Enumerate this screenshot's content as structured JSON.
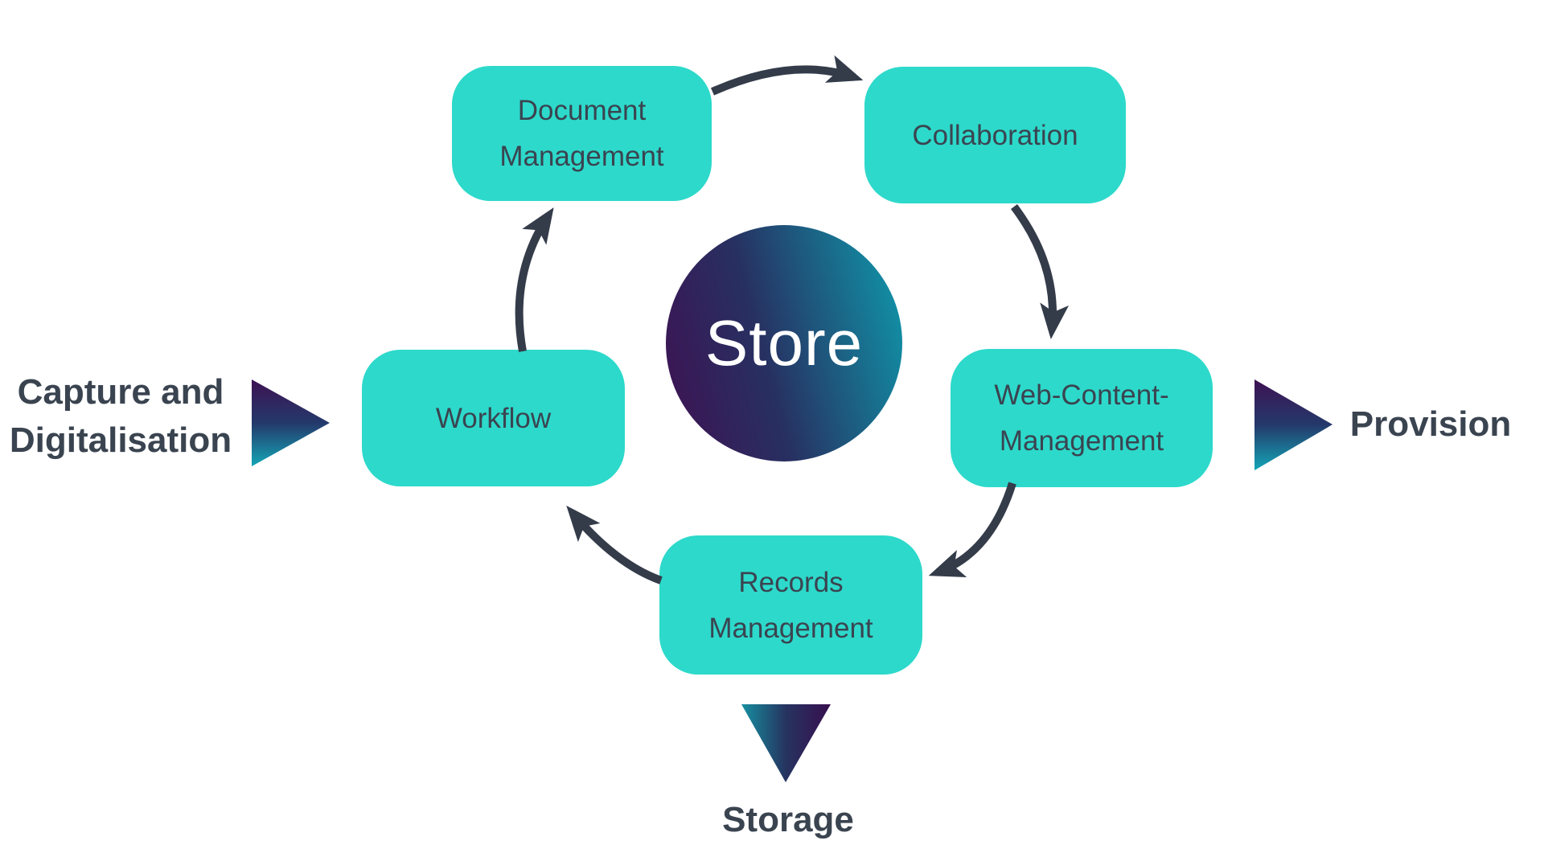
{
  "center": {
    "label": "Store"
  },
  "nodes": {
    "document_management": {
      "lines": [
        "Document",
        "Management"
      ]
    },
    "collaboration": {
      "lines": [
        "Collaboration"
      ]
    },
    "web_content_management": {
      "lines": [
        "Web-Content-",
        "Management"
      ]
    },
    "records_management": {
      "lines": [
        "Records",
        "Management"
      ]
    },
    "workflow": {
      "lines": [
        "Workflow"
      ]
    }
  },
  "external_labels": {
    "capture": {
      "lines": [
        "Capture and",
        "Digitalisation"
      ]
    },
    "provision": {
      "label": "Provision"
    },
    "storage": {
      "label": "Storage"
    }
  },
  "icons": {
    "capture_arrow": "right-triangle-gradient",
    "provision_arrow": "right-triangle-gradient",
    "storage_arrow": "down-triangle-gradient"
  },
  "colors": {
    "node_fill": "#2dd9cb",
    "text_dark": "#3a4450",
    "arrow": "#343c4a",
    "grad_purple": "#3e1253",
    "grad_navy": "#273061",
    "grad_teal": "#1095a9",
    "bg": "#ffffff",
    "store_text": "#ffffff"
  }
}
